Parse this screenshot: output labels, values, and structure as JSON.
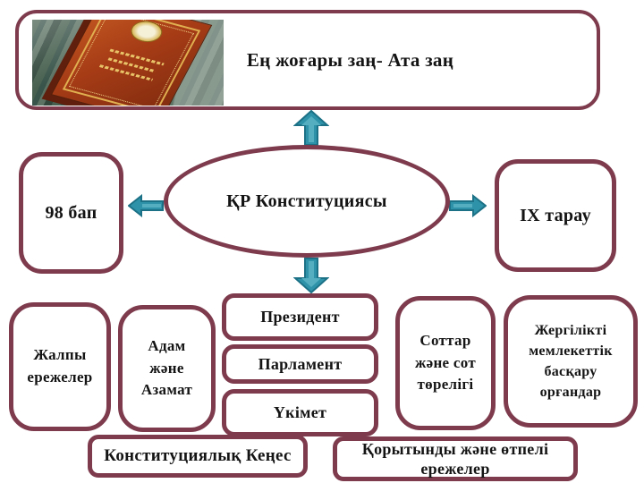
{
  "slide": {
    "title_box": {
      "text": "Ең жоғары заң- Ата заң"
    },
    "center_ellipse": {
      "text": "ҚР Конституциясы"
    },
    "left_box": {
      "text": "98 бап"
    },
    "right_box": {
      "text": "IX тарау"
    },
    "sections": [
      {
        "id": "general-provisions",
        "text": "Жалпы\nережелер"
      },
      {
        "id": "human-and-citizen",
        "text": "Адам\nжәне\nАзамат"
      },
      {
        "id": "president",
        "text": "Президент"
      },
      {
        "id": "parliament",
        "text": "Парламент"
      },
      {
        "id": "government",
        "text": "Үкімет"
      },
      {
        "id": "courts",
        "text": "Соттар\nжәне сот\nтөрелігі"
      },
      {
        "id": "local-government",
        "text": "Жергілікті\nмемлекеттік\nбасқару\nорғандар"
      }
    ],
    "footer_boxes": [
      {
        "id": "constitutional-council",
        "text": "Конституциялық Кеңес"
      },
      {
        "id": "final-provisions",
        "text": "Қорытынды және өтпелі\nережелер"
      }
    ],
    "icons": {
      "book_photo": "constitution-book-photo",
      "arrows": [
        "arrow-up-icon",
        "arrow-down-icon",
        "arrow-left-icon",
        "arrow-right-icon"
      ]
    },
    "colors": {
      "box_border": "#7d3b4d",
      "arrow_fill": "#2e93a8",
      "arrow_highlight": "#54aec0",
      "arrow_stroke": "#1c7186",
      "text": "#141414",
      "background": "#ffffff"
    }
  }
}
